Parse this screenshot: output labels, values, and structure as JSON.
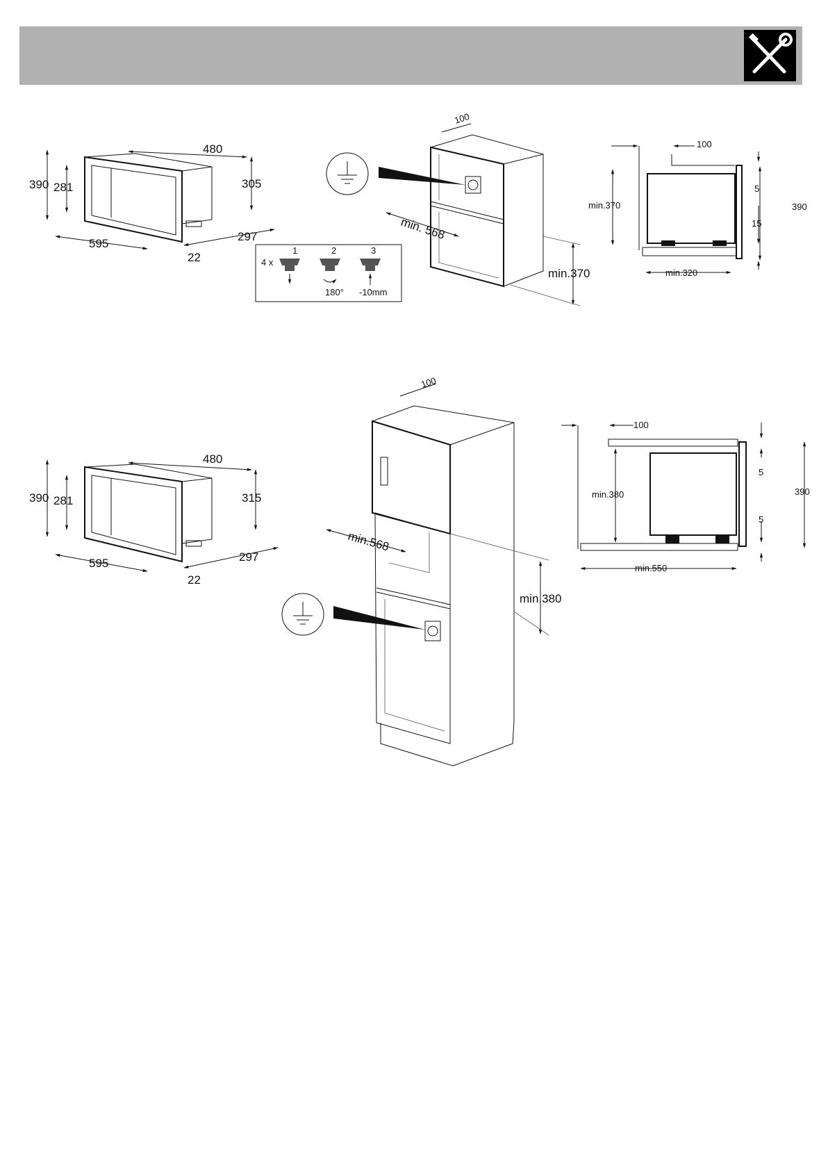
{
  "header": {
    "color": "#b1b1b1",
    "icon": "tools-icon"
  },
  "diagram1": {
    "oven": {
      "d480": "480",
      "d390": "390",
      "d281": "281",
      "d305": "305",
      "d595": "595",
      "d297": "297",
      "d22": "22"
    },
    "feet": {
      "count": "4 x",
      "step1": "1",
      "step2": "2",
      "step3": "3",
      "rot": "180°",
      "drop": "-10mm"
    },
    "cabinet": {
      "d100": "100",
      "dwidth": "min. 568",
      "dheight": "min.370"
    },
    "side": {
      "d100": "100",
      "dminh": "min.370",
      "d5": "5",
      "d15": "15",
      "d390": "390",
      "dmin320": "min.320"
    }
  },
  "diagram2": {
    "oven": {
      "d480": "480",
      "d390": "390",
      "d281": "281",
      "d315": "315",
      "d595": "595",
      "d297": "297",
      "d22": "22"
    },
    "cabinet": {
      "d100": "100",
      "dwidth": "min.568",
      "dheight": "min.380"
    },
    "side": {
      "d100": "100",
      "dminh": "min.380",
      "d5a": "5",
      "d5b": "5",
      "d390": "390",
      "dmin550": "min.550"
    }
  }
}
